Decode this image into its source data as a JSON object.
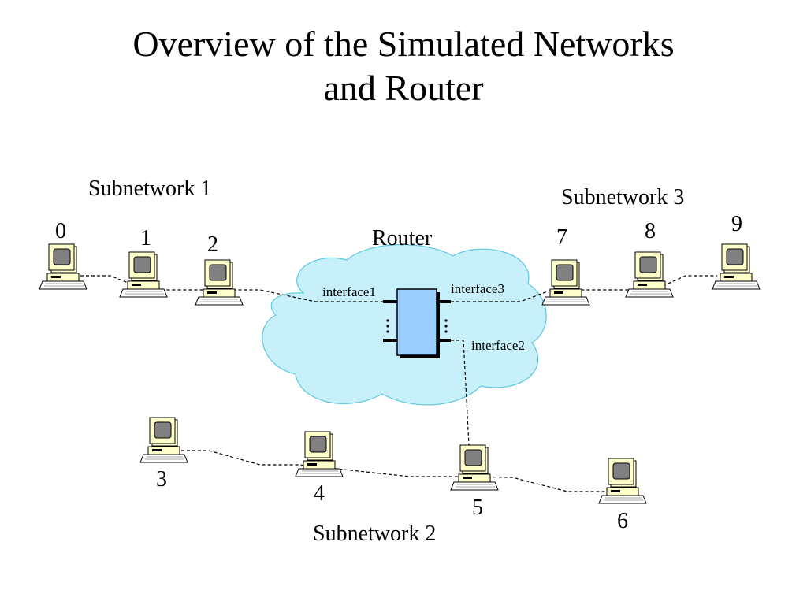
{
  "title": {
    "line1": "Overview of the Simulated Networks",
    "line2": "and Router"
  },
  "subnetworks": {
    "s1": "Subnetwork 1",
    "s2": "Subnetwork 2",
    "s3": "Subnetwork 3"
  },
  "router": {
    "label": "Router",
    "interface1": "interface1",
    "interface2": "interface2",
    "interface3": "interface3"
  },
  "hosts": [
    "0",
    "1",
    "2",
    "3",
    "4",
    "5",
    "6",
    "7",
    "8",
    "9"
  ],
  "icons": {
    "host": "computer-icon",
    "router": "router-icon",
    "cloud": "cloud-shape"
  },
  "colors": {
    "cloud_fill": "#c8f0fa",
    "cloud_stroke": "#5fc8e0",
    "router_fill": "#99ccff",
    "monitor_body": "#ffffcc",
    "screen": "#808080"
  }
}
